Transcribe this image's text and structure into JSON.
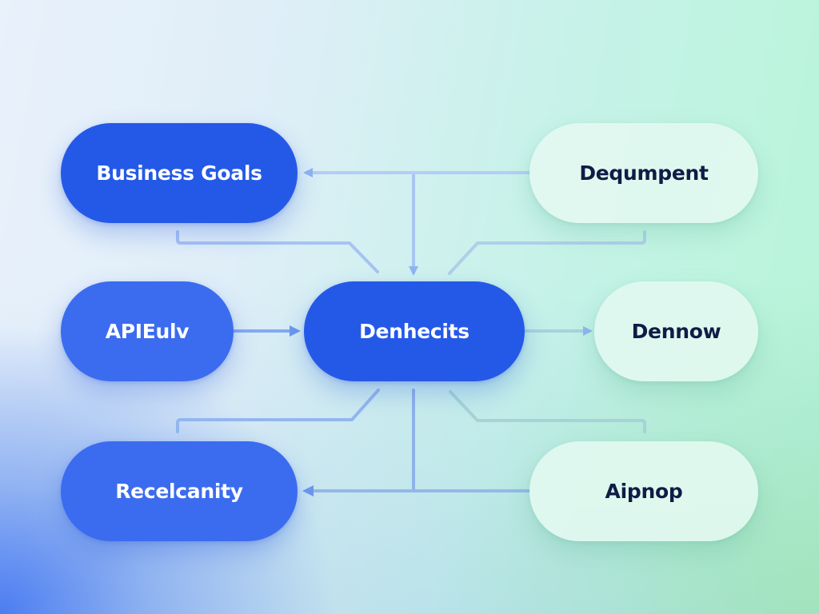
{
  "diagram": {
    "type": "flow-diagram",
    "colors": {
      "primary_node": "#2459e8",
      "primary_node_soft": "#3b6cef",
      "secondary_node": "#e2f8f0",
      "primary_text": "#ffffff",
      "secondary_text": "#0f1c45",
      "connector": "#8fb4f2"
    },
    "nodes": [
      {
        "id": "business-goals",
        "label": "Business Goals",
        "style": "primary",
        "row": 1,
        "col": "left"
      },
      {
        "id": "dequmpent",
        "label": "Dequmpent",
        "style": "secondary",
        "row": 1,
        "col": "right"
      },
      {
        "id": "apieulv",
        "label": "APIEulv",
        "style": "primary",
        "row": 2,
        "col": "left"
      },
      {
        "id": "denhecits",
        "label": "Denhecits",
        "style": "primary",
        "row": 2,
        "col": "center"
      },
      {
        "id": "dennow",
        "label": "Dennow",
        "style": "secondary",
        "row": 2,
        "col": "right"
      },
      {
        "id": "recelcanity",
        "label": "Recelcanity",
        "style": "primary",
        "row": 3,
        "col": "left"
      },
      {
        "id": "aipnop",
        "label": "Aipnop",
        "style": "secondary",
        "row": 3,
        "col": "right"
      }
    ],
    "edges": [
      {
        "from": "dequmpent",
        "to": "business-goals",
        "arrow": "end"
      },
      {
        "from": "top-bus",
        "to": "denhecits",
        "arrow": "end"
      },
      {
        "from": "business-goals",
        "to": "denhecits",
        "arrow": "none"
      },
      {
        "from": "dequmpent",
        "to": "denhecits",
        "arrow": "none"
      },
      {
        "from": "apieulv",
        "to": "denhecits",
        "arrow": "end"
      },
      {
        "from": "denhecits",
        "to": "dennow",
        "arrow": "end"
      },
      {
        "from": "denhecits",
        "to": "recelcanity",
        "arrow": "none"
      },
      {
        "from": "denhecits",
        "to": "aipnop",
        "arrow": "none"
      },
      {
        "from": "denhecits",
        "to": "bottom-bus",
        "arrow": "none"
      },
      {
        "from": "aipnop",
        "to": "recelcanity",
        "arrow": "end"
      }
    ]
  }
}
